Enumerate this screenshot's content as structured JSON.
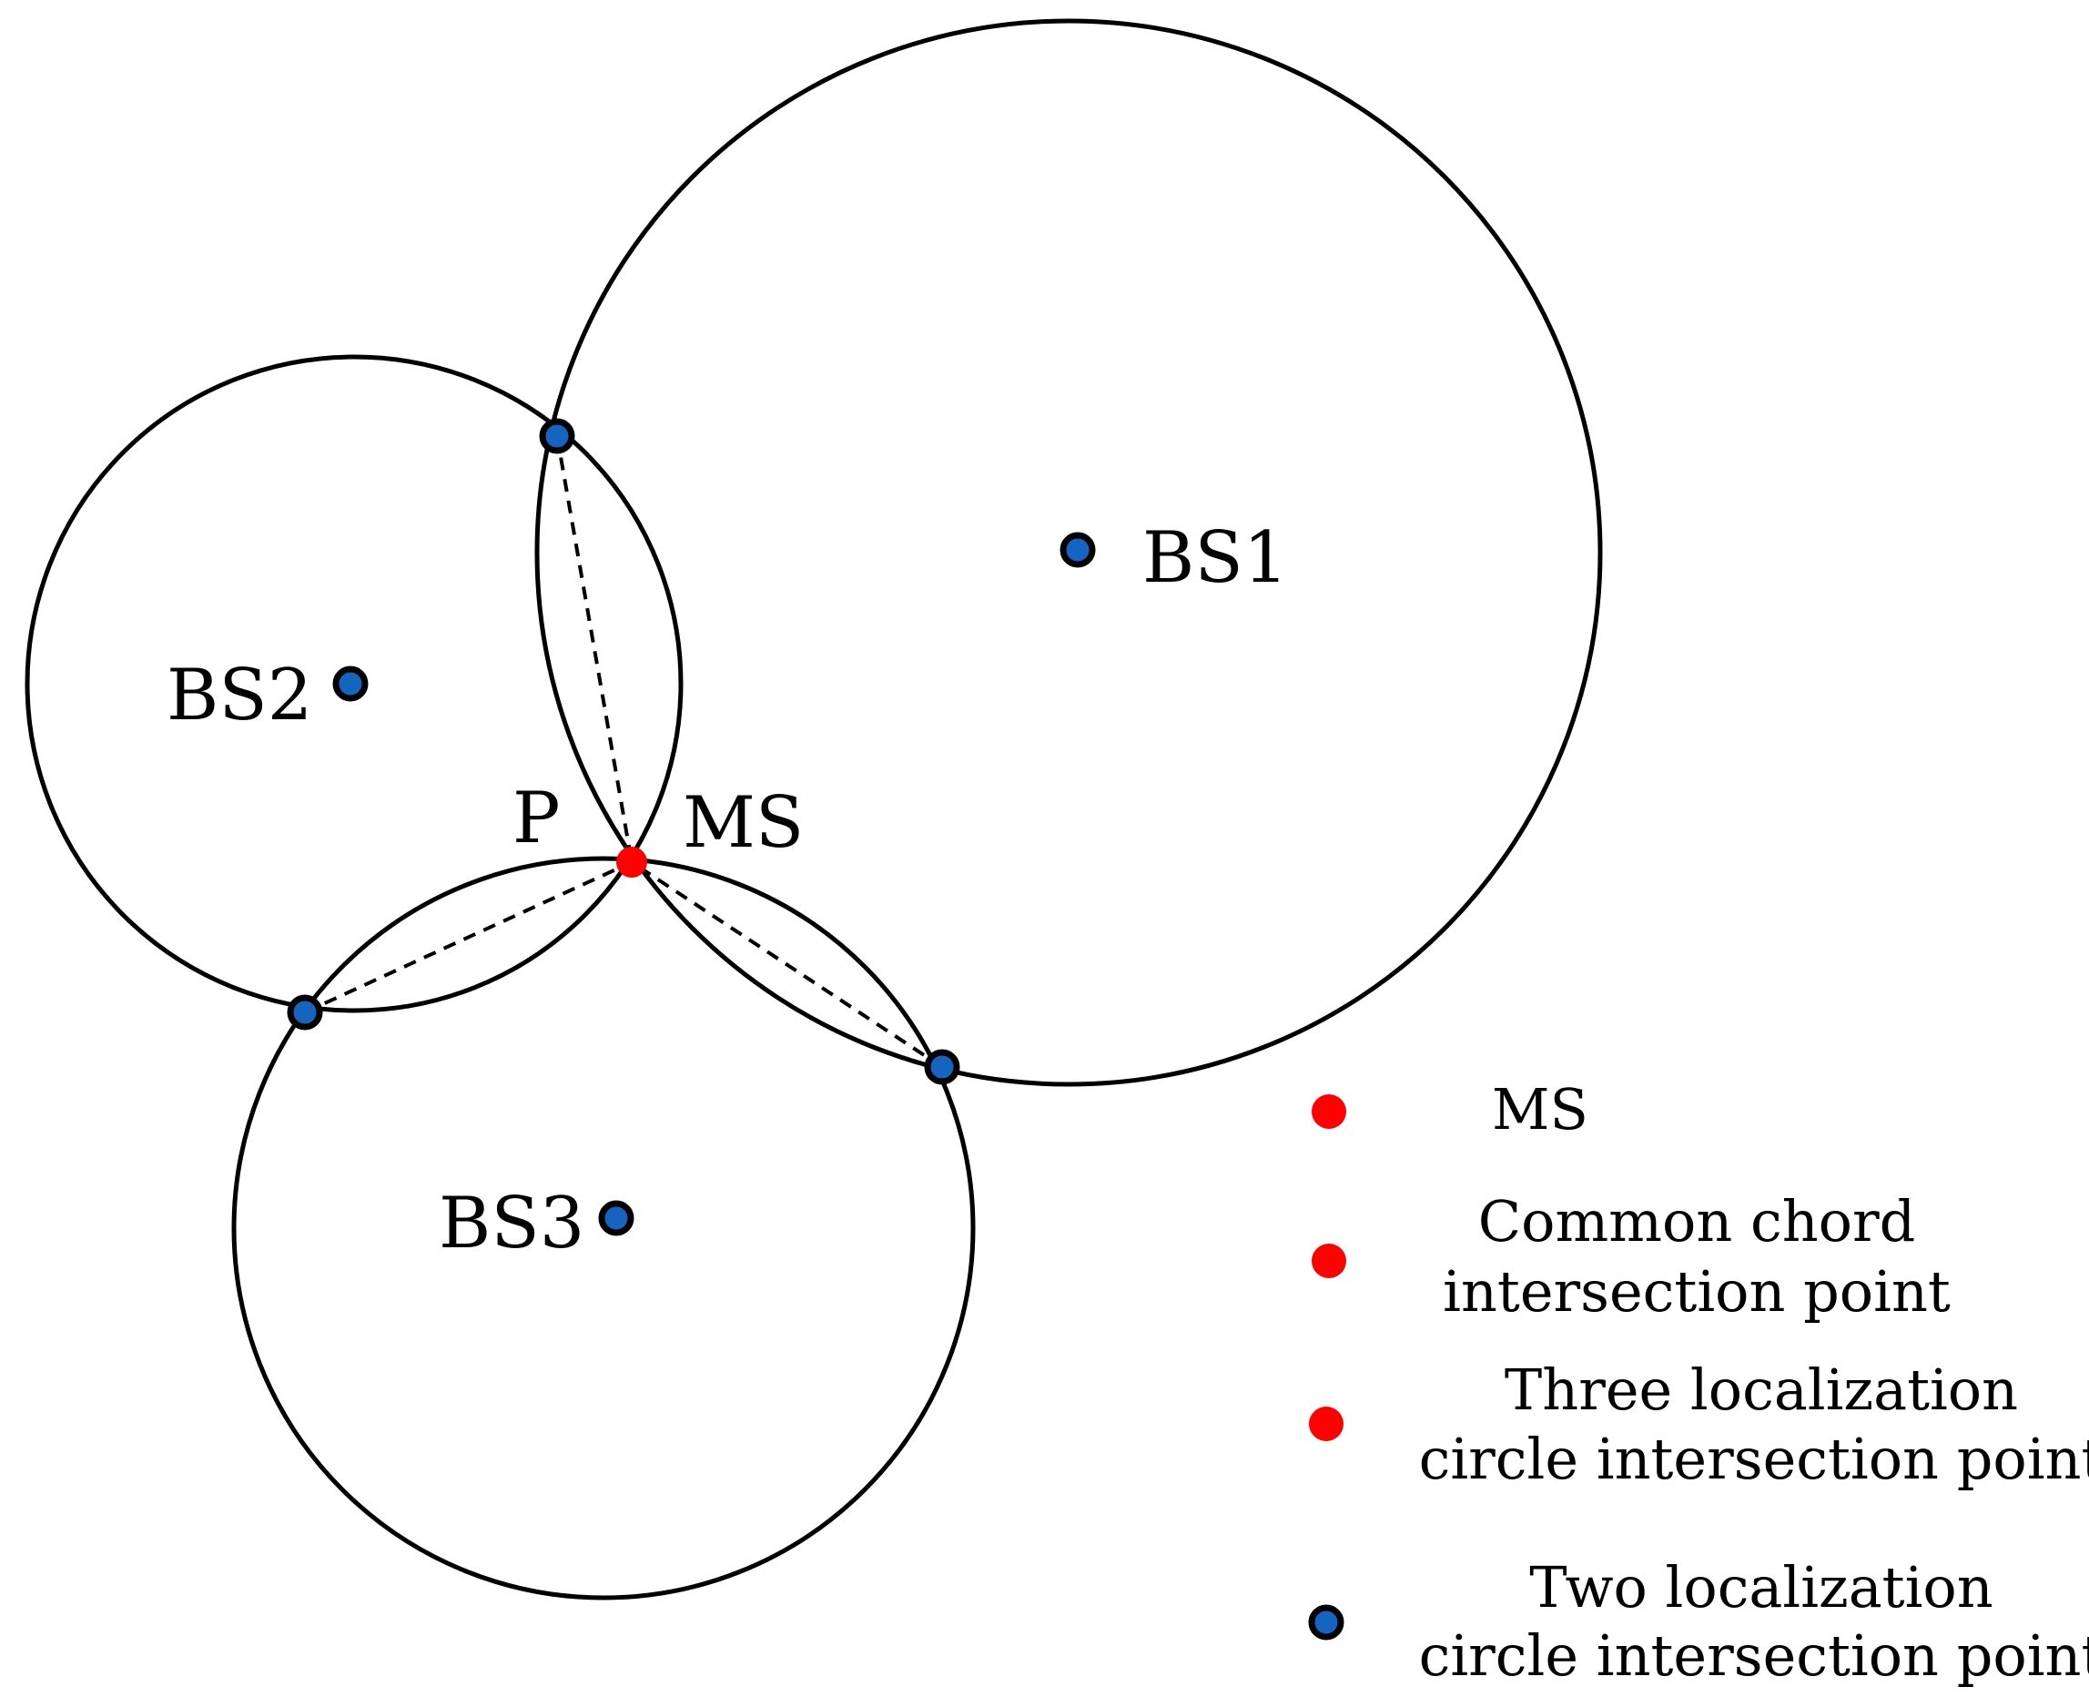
{
  "colors": {
    "ms_point": "#ff0000",
    "chord_point": "#ff0000",
    "three_circle_point": "#ff0000",
    "two_circle_point_fill": "#1565c0",
    "outline": "#000000"
  },
  "labels": {
    "bs1": "BS1",
    "bs2": "BS2",
    "bs3": "BS3",
    "p": "P",
    "ms": "MS"
  },
  "legend": {
    "ms": "MS",
    "chord_line1": "Common chord",
    "chord_line2": "intersection point",
    "three_line1": "Three localization",
    "three_line2": "circle intersection point",
    "two_line1": "Two localization",
    "two_line2": "circle intersection point"
  },
  "icons": {
    "ms_point": "red-dot-icon",
    "two_circle_point": "blue-dot-with-black-ring-icon"
  }
}
